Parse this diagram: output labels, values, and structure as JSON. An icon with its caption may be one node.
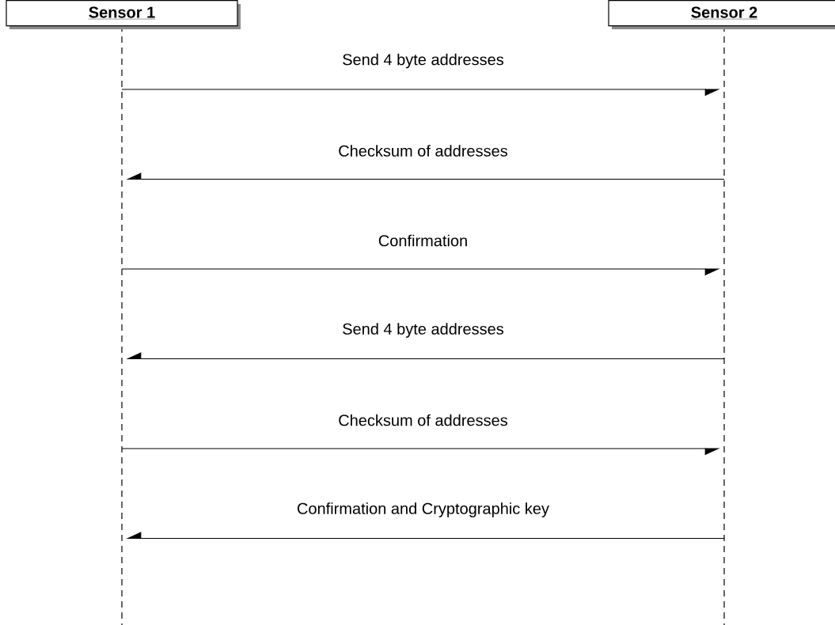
{
  "diagram": {
    "nodes": [
      {
        "text": [
          "Sensor 1"
        ]
      },
      {
        "text": [
          "Sensor 2"
        ]
      }
    ],
    "edges": [
      {
        "from": 0,
        "to": 1,
        "arrow": "to",
        "label": "Send 4 byte addresses"
      },
      {
        "from": 1,
        "to": 0,
        "arrow": "to",
        "label": "Checksum of addresses"
      },
      {
        "from": 0,
        "to": 1,
        "arrow": "to",
        "label": "Confirmation"
      },
      {
        "from": 1,
        "to": 0,
        "arrow": "to",
        "label": "Send 4 byte addresses"
      },
      {
        "from": 0,
        "to": 1,
        "arrow": "to",
        "label": "Checksum of addresses"
      },
      {
        "from": 1,
        "to": 0,
        "arrow": "to",
        "label": "Confirmation and Cryptographic key"
      }
    ]
  }
}
